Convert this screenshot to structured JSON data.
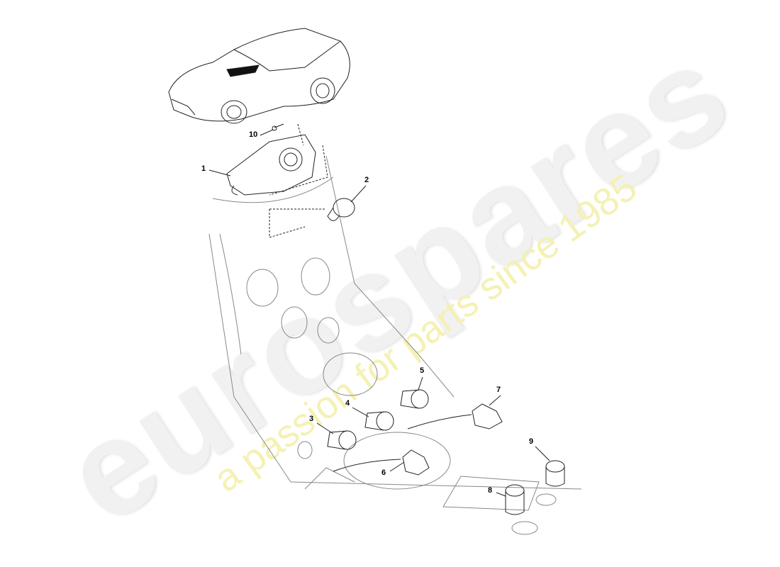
{
  "watermark": {
    "brand": "eurospares",
    "tagline": "a passion for parts since 1985"
  },
  "callouts": [
    "1",
    "2",
    "3",
    "4",
    "5",
    "6",
    "7",
    "8",
    "9",
    "10"
  ]
}
